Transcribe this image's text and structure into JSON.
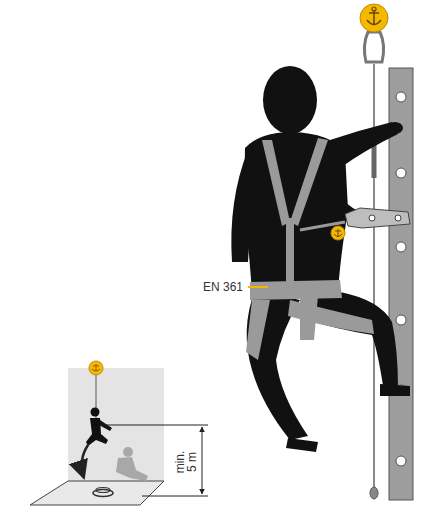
{
  "diagram": {
    "labels": [
      "EN 361",
      "min.",
      "5 m"
    ]
  }
}
